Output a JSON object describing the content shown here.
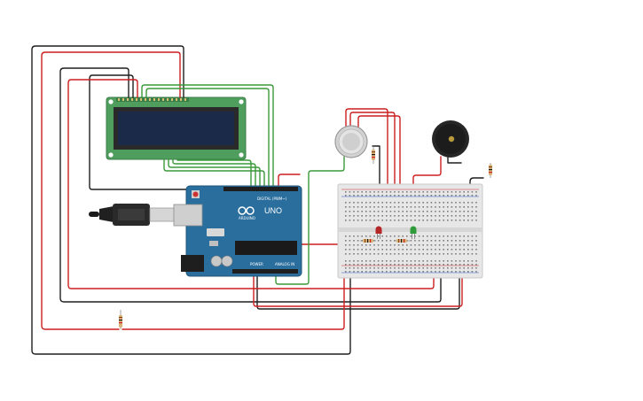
{
  "board": {
    "brand_label": "ARDUINO",
    "model_label": "UNO",
    "digital_label": "DIGITAL (PWM~)",
    "power_label": "POWER",
    "analog_label": "ANALOG IN"
  },
  "colors": {
    "wire_black": "#1f1f1f",
    "wire_red": "#cc1f1f",
    "wire_green": "#3a9a3a",
    "arduino_blue": "#2a6e9e",
    "lcd_pcb": "#4f9e5e",
    "lcd_screen": "#1c2a4a",
    "breadboard": "#e7e7e7",
    "led_red": "#b52626",
    "led_green": "#2f9b3a"
  },
  "components": [
    {
      "id": "lcd",
      "icon": "lcd-16x2-display"
    },
    {
      "id": "arduino",
      "icon": "arduino-uno-board"
    },
    {
      "id": "usb",
      "icon": "usb-cable-plug"
    },
    {
      "id": "gas",
      "icon": "gas-sensor"
    },
    {
      "id": "buzzer",
      "icon": "piezo-buzzer"
    },
    {
      "id": "breadboard",
      "icon": "breadboard"
    },
    {
      "id": "led_red",
      "icon": "red-led"
    },
    {
      "id": "led_green",
      "icon": "green-led"
    },
    {
      "id": "resistors",
      "icon": "resistor"
    }
  ]
}
